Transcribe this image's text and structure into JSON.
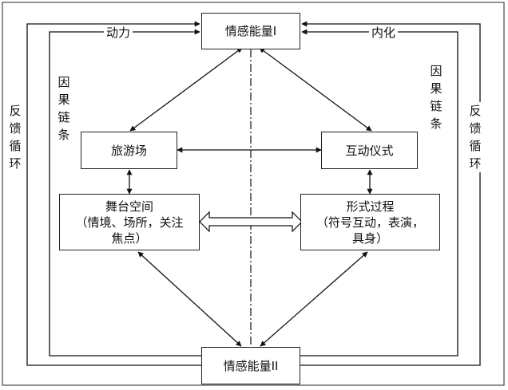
{
  "nodes": {
    "energy_top": "情感能量I",
    "tourism_field": "旅游场",
    "interaction_ritual": "互动仪式",
    "stage_space": "舞台空间\n（情境、场所，关注\n焦点）",
    "formal_process": "形式过程\n（符号互动，表演，\n具身）",
    "energy_bottom": "情感能量II"
  },
  "edge_labels": {
    "motivation": "动力",
    "internalization": "内化",
    "causal_chain_left": "因\n果\n链\n条",
    "causal_chain_right": "因\n果\n链\n条",
    "feedback_loop_left": "反\n馈\n循\n环",
    "feedback_loop_right": "反\n馈\n循\n环"
  }
}
